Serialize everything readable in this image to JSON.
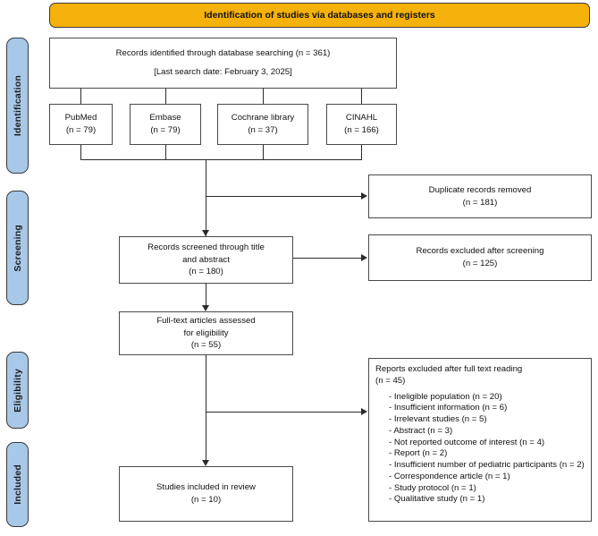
{
  "diagram": {
    "type": "prisma-flow-diagram",
    "banner": {
      "title": "Identification of studies via databases and registers",
      "color": "#f5b10c"
    },
    "stages": [
      {
        "id": "identification",
        "label": "Identification"
      },
      {
        "id": "screening",
        "label": "Screening"
      },
      {
        "id": "eligibility",
        "label": "Eligibility"
      },
      {
        "id": "included",
        "label": "Included"
      }
    ],
    "stage_color": "#a8c8e8",
    "boxes": {
      "records_identified": {
        "line1": "Records identified through database searching (n = 361)",
        "line2": "[Last search date: February 3, 2025]",
        "count": 361,
        "search_date": "February 3, 2025"
      },
      "databases": [
        {
          "name": "PubMed",
          "count_label": "(n = 79)",
          "count": 79
        },
        {
          "name": "Embase",
          "count_label": "(n = 79)",
          "count": 79
        },
        {
          "name": "Cochrane library",
          "count_label": "(n = 37)",
          "count": 37
        },
        {
          "name": "CINAHL",
          "count_label": "(n = 166)",
          "count": 166
        }
      ],
      "duplicates_removed": {
        "line1": "Duplicate records removed",
        "line2": "(n = 181)",
        "count": 181
      },
      "records_screened": {
        "line1": "Records screened through title",
        "line2": "and abstract",
        "line3": "(n = 180)",
        "count": 180
      },
      "records_excluded_screening": {
        "line1": "Records excluded after screening",
        "line2": "(n = 125)",
        "count": 125
      },
      "fulltext_assessed": {
        "line1": "Full-text articles assessed",
        "line2": "for eligibility",
        "line3": "(n = 55)",
        "count": 55
      },
      "reports_excluded": {
        "line1": "Reports excluded after full text reading",
        "line2": "(n = 45)",
        "count": 45,
        "reasons": [
          "- Ineligible population (n = 20)",
          "- Insufficient information (n = 6)",
          "- Irrelevant studies (n = 5)",
          "- Abstract (n = 3)",
          "- Not reported outcome of interest (n = 4)",
          "- Report (n = 2)",
          "- Insufficient number of pediatric participants (n = 2)",
          "- Correspondence article (n = 1)",
          "- Study protocol (n = 1)",
          "- Qualitative study (n = 1)"
        ]
      },
      "studies_included": {
        "line1": "Studies included in review",
        "line2": "(n = 10)",
        "count": 10
      }
    }
  }
}
